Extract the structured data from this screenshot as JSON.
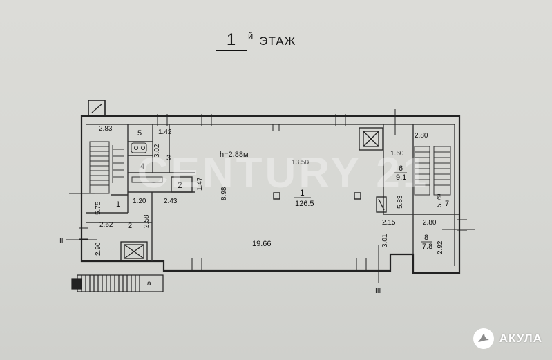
{
  "title": {
    "floor_number": "1",
    "floor_suffix": "й",
    "floor_word": "ЭТАЖ"
  },
  "ceiling_height": "h=2.88м",
  "rooms": [
    {
      "id": "1",
      "area": "126.5"
    },
    {
      "id": "2"
    },
    {
      "id": "3"
    },
    {
      "id": "4"
    },
    {
      "id": "5"
    },
    {
      "id": "6",
      "area": "9.1"
    },
    {
      "id": "7"
    },
    {
      "id": "8",
      "area": "7.8"
    },
    {
      "id": "a"
    }
  ],
  "dimensions": {
    "d_2_83": "2.83",
    "d_1_42": "1.42",
    "d_3_02": "3.02",
    "d_13_50": "13.50",
    "d_1_60": "1.60",
    "d_2_80_top": "2.80",
    "d_1_47": "1.47",
    "d_8_98": "8.98",
    "d_5_75": "5.75",
    "d_1_20": "1.20",
    "d_2_43": "2.43",
    "d_5_83": "5.83",
    "d_5_79": "5.79",
    "d_2_62": "2.62",
    "d_2_58": "2.58",
    "d_2_15": "2.15",
    "d_2_80_bottom": "2.80",
    "d_2_90": "2.90",
    "d_19_66": "19.66",
    "d_3_01": "3.01",
    "d_2_92": "2.92"
  },
  "sections": {
    "left": "II",
    "bottom": "III"
  },
  "watermark": "CENTURY 21",
  "brand": {
    "name": "АКУЛА"
  }
}
